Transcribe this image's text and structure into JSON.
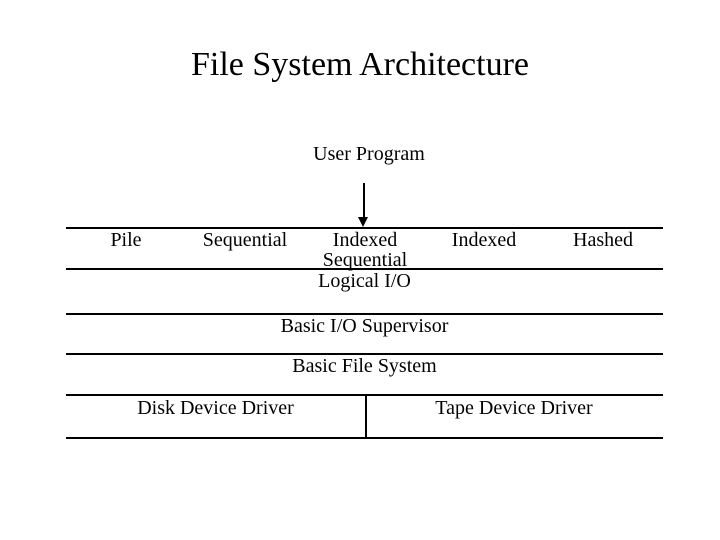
{
  "slide": {
    "title": "File System Architecture",
    "background_color": "#ffffff",
    "text_color": "#000000",
    "line_color": "#000000"
  },
  "diagram": {
    "user_program_label": "User Program",
    "arrow": "down-arrow-from-user-program-to-access-methods",
    "access_methods": {
      "items": [
        {
          "label": "Pile"
        },
        {
          "label": "Sequential"
        },
        {
          "label": "Indexed Sequential"
        },
        {
          "label": "Indexed"
        },
        {
          "label": "Hashed"
        }
      ]
    },
    "layers": [
      {
        "label": "Logical I/O"
      },
      {
        "label": "Basic I/O Supervisor"
      },
      {
        "label": "Basic File System"
      }
    ],
    "drivers": [
      {
        "label": "Disk Device Driver"
      },
      {
        "label": "Tape Device Driver"
      }
    ]
  }
}
